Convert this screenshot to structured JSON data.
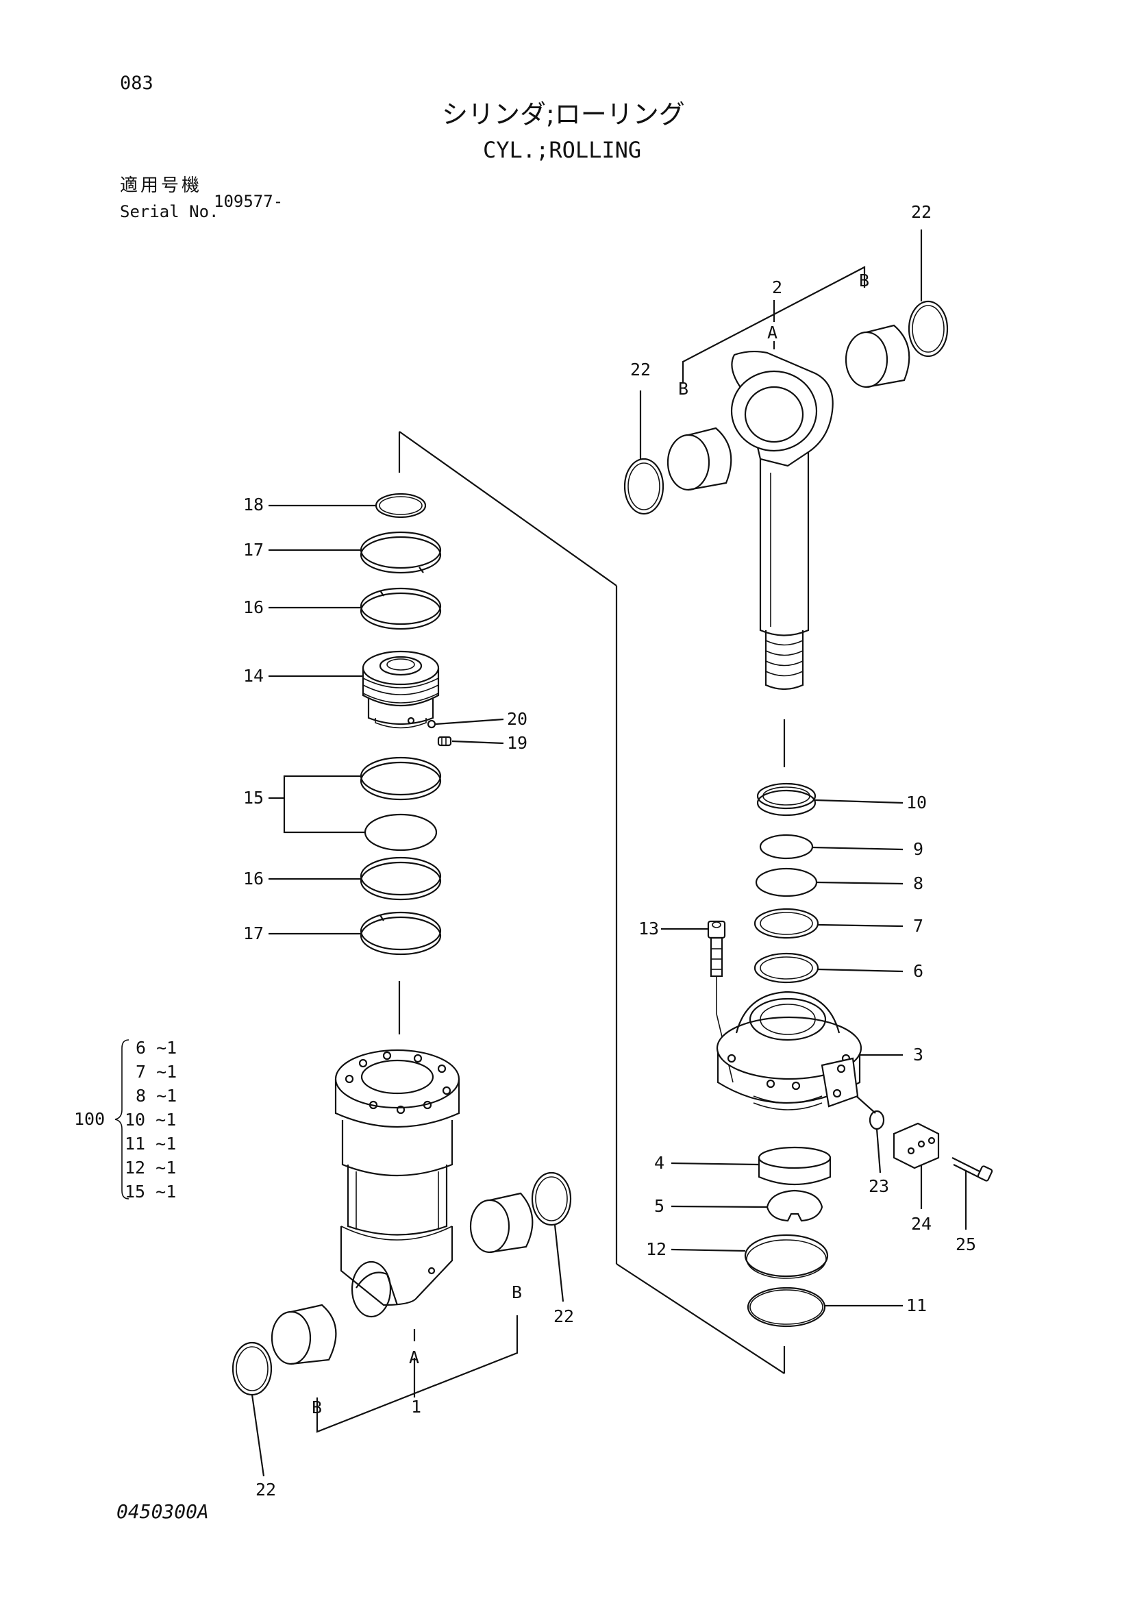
{
  "header": {
    "page_number": "083",
    "title_jp": "シリンダ;ローリング",
    "title_en": "CYL.;ROLLING",
    "serial_label_jp": "適用号機",
    "serial_label_en": "Serial No.",
    "serial_value": "109577-"
  },
  "footer": {
    "drawing_code": "0450300A"
  },
  "kit": {
    "label": "100",
    "items": [
      "6 ~1",
      "7 ~1",
      "8 ~1",
      "10 ~1",
      "11 ~1",
      "12 ~1",
      "15 ~1"
    ]
  },
  "callouts": {
    "c1": "1",
    "c2": "2",
    "c3": "3",
    "c4": "4",
    "c5": "5",
    "c6": "6",
    "c7": "7",
    "c8": "8",
    "c9": "9",
    "c10": "10",
    "c11": "11",
    "c12": "12",
    "c13": "13",
    "c14": "14",
    "c15": "15",
    "c16a": "16",
    "c16b": "16",
    "c17a": "17",
    "c17b": "17",
    "c18": "18",
    "c19": "19",
    "c20": "20",
    "c22a": "22",
    "c22b": "22",
    "c22c": "22",
    "c22d": "22",
    "c23": "23",
    "c24": "24",
    "c25": "25",
    "cA1": "A",
    "cA2": "A",
    "cB1": "B",
    "cB2": "B",
    "cB3": "B",
    "cB4": "B"
  },
  "colors": {
    "ink": "#111111",
    "paper": "#ffffff"
  }
}
